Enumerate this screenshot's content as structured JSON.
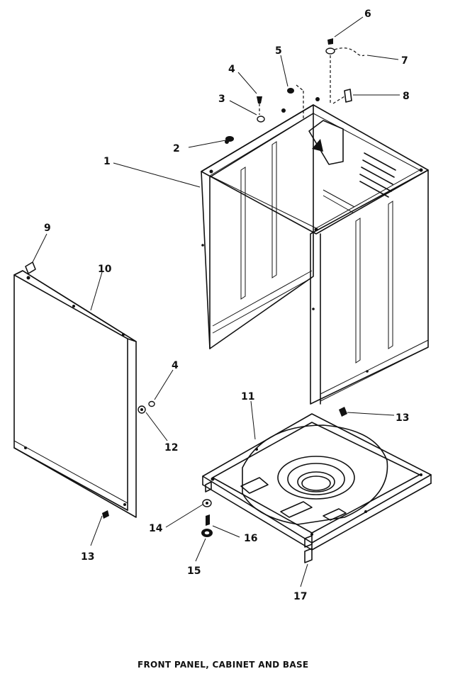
{
  "callouts": {
    "c1": "1",
    "c2": "2",
    "c3": "3",
    "c4a": "4",
    "c4b": "4",
    "c5": "5",
    "c6": "6",
    "c7": "7",
    "c8": "8",
    "c9": "9",
    "c10": "10",
    "c11": "11",
    "c12": "12",
    "c13a": "13",
    "c13b": "13",
    "c14": "14",
    "c15": "15",
    "c16": "16",
    "c17": "17"
  },
  "caption": "FRONT PANEL, CABINET AND BASE"
}
